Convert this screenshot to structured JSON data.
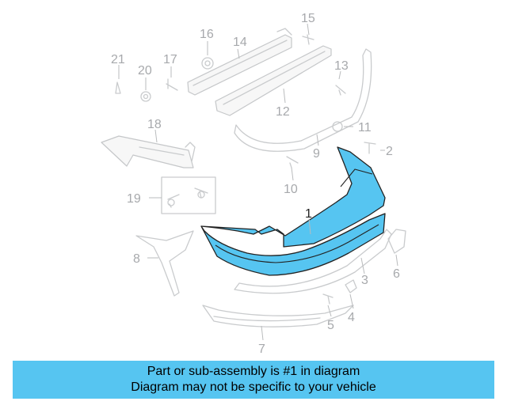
{
  "diagram": {
    "callouts": {
      "c1": "1",
      "c2": "2",
      "c3": "3",
      "c4": "4",
      "c5": "5",
      "c6": "6",
      "c7": "7",
      "c8": "8",
      "c9": "9",
      "c10": "10",
      "c11": "11",
      "c12": "12",
      "c13": "13",
      "c14": "14",
      "c15": "15",
      "c16": "16",
      "c17": "17",
      "c18": "18",
      "c19": "19",
      "c20": "20",
      "c21": "21"
    },
    "highlight_color": "#56c5f1"
  },
  "banner": {
    "line1": "Part or sub-assembly is #1 in diagram",
    "line2": "Diagram may not be specific to your vehicle"
  }
}
